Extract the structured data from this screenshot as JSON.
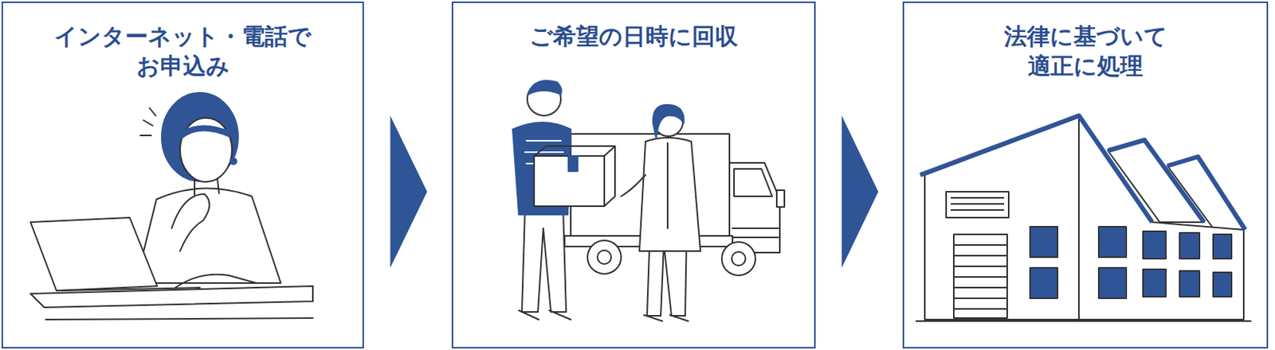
{
  "diagram": {
    "nodes": [
      {
        "text": [
          "インターネット・電話で お申込み"
        ]
      },
      {
        "text": [
          "ご希望の日時に回収"
        ]
      },
      {
        "text": [
          "法律に基づいて 適正に処理"
        ]
      }
    ],
    "edges": [
      {
        "from": 0,
        "to": 1,
        "arrow": "to"
      },
      {
        "from": 1,
        "to": 2,
        "arrow": "to"
      }
    ]
  }
}
